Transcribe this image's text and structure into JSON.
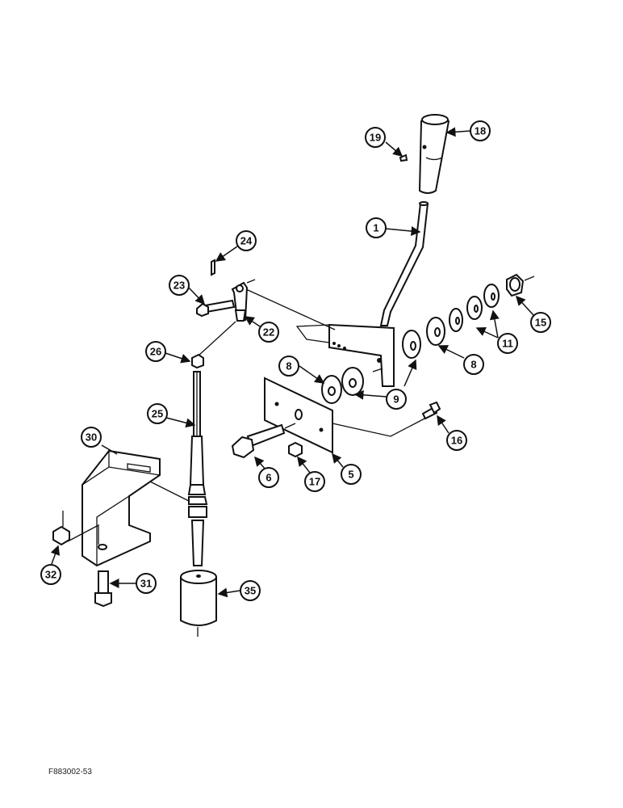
{
  "figure_code": "F883002-53",
  "callouts": [
    "19",
    "18",
    "1",
    "24",
    "23",
    "22",
    "15",
    "26",
    "11",
    "8",
    "9",
    "8",
    "25",
    "16",
    "30",
    "6",
    "17",
    "5",
    "32",
    "31",
    "35"
  ],
  "parts": [
    "shift-lever",
    "shift-knob",
    "knob-pin",
    "fork-bolt",
    "cotter-pin",
    "clevis-fork",
    "lock-nut",
    "shift-rod",
    "washers",
    "spacer-washers",
    "bracket-plate",
    "hex-bolt",
    "nut",
    "rod-nut",
    "mounting-bracket",
    "bracket-nut",
    "bracket-bolt",
    "rod-weight"
  ]
}
